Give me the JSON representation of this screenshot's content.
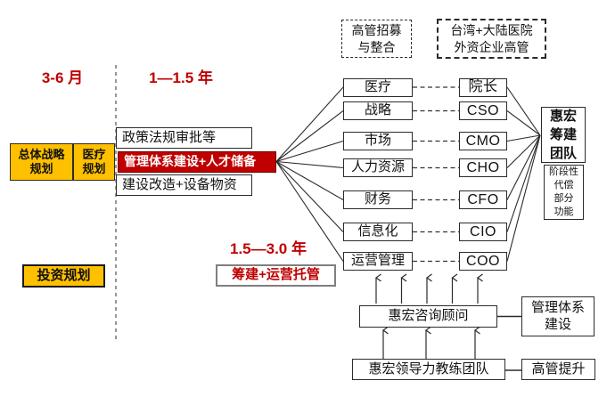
{
  "colors": {
    "accent_orange": "#FFC000",
    "accent_red": "#C00000"
  },
  "timeline": {
    "phase1": "3-6 月",
    "phase2": "1—1.5 年",
    "phase3": "1.5—3.0 年"
  },
  "planning": {
    "overall_strategy": "总体战略\n规划",
    "medical": "医疗\n规划",
    "investment": "投资规划"
  },
  "tasks": {
    "approval": "政策法规审批等",
    "management_system": "管理体系建设+人才储备",
    "construction": "建设改造+设备物资",
    "trusteeship": "筹建+运营托管"
  },
  "recruiting": {
    "recruit_integrate": "高管招募\n与整合",
    "talent_source": "台湾+大陆医院\n外资企业高管"
  },
  "org": {
    "rows": [
      {
        "dept": "医疗",
        "role": "院长"
      },
      {
        "dept": "战略",
        "role": "CSO"
      },
      {
        "dept": "市场",
        "role": "CMO"
      },
      {
        "dept": "人力资源",
        "role": "CHO"
      },
      {
        "dept": "财务",
        "role": "CFO"
      },
      {
        "dept": "信息化",
        "role": "CIO"
      },
      {
        "dept": "运营管理",
        "role": "COO"
      }
    ],
    "prep_team": "惠宏\n筹建\n团队",
    "prep_team_note": "阶段性\n代偿\n部分\n功能"
  },
  "support": {
    "consultant": "惠宏咨询顾问",
    "consultant_tag": "管理体系\n建设",
    "coach": "惠宏领导力教练团队",
    "coach_tag": "高管提升"
  }
}
